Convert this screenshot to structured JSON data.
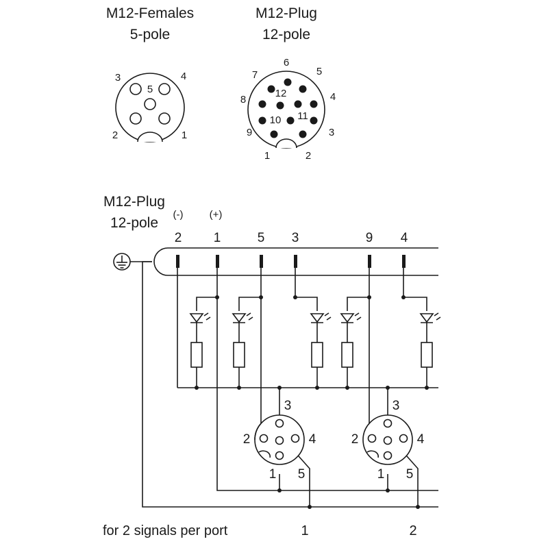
{
  "female_connector": {
    "title": "M12-Females",
    "subtitle": "5-pole",
    "pins": [
      "1",
      "2",
      "3",
      "4",
      "5"
    ]
  },
  "plug_connector": {
    "title": "M12-Plug",
    "subtitle": "12-pole",
    "pins": [
      "1",
      "2",
      "3",
      "4",
      "5",
      "6",
      "7",
      "8",
      "9",
      "10",
      "11",
      "12"
    ]
  },
  "schematic": {
    "plug_title": "M12-Plug",
    "plug_subtitle": "12-pole",
    "minus_label": "(-)",
    "plus_label": "(+)",
    "wire_numbers": [
      "2",
      "1",
      "5",
      "3",
      "9",
      "4"
    ],
    "ports": [
      {
        "pin_labels": {
          "p1": "1",
          "p2": "2",
          "p3": "3",
          "p4": "4",
          "p5": "5"
        },
        "number": "1"
      },
      {
        "pin_labels": {
          "p1": "1",
          "p2": "2",
          "p3": "3",
          "p4": "4",
          "p5": "5"
        },
        "number": "2"
      }
    ],
    "footer_label": "for 2 signals per port"
  },
  "icons": [
    "ground-symbol-icon",
    "led-icon",
    "resistor-icon",
    "socket-icon"
  ]
}
